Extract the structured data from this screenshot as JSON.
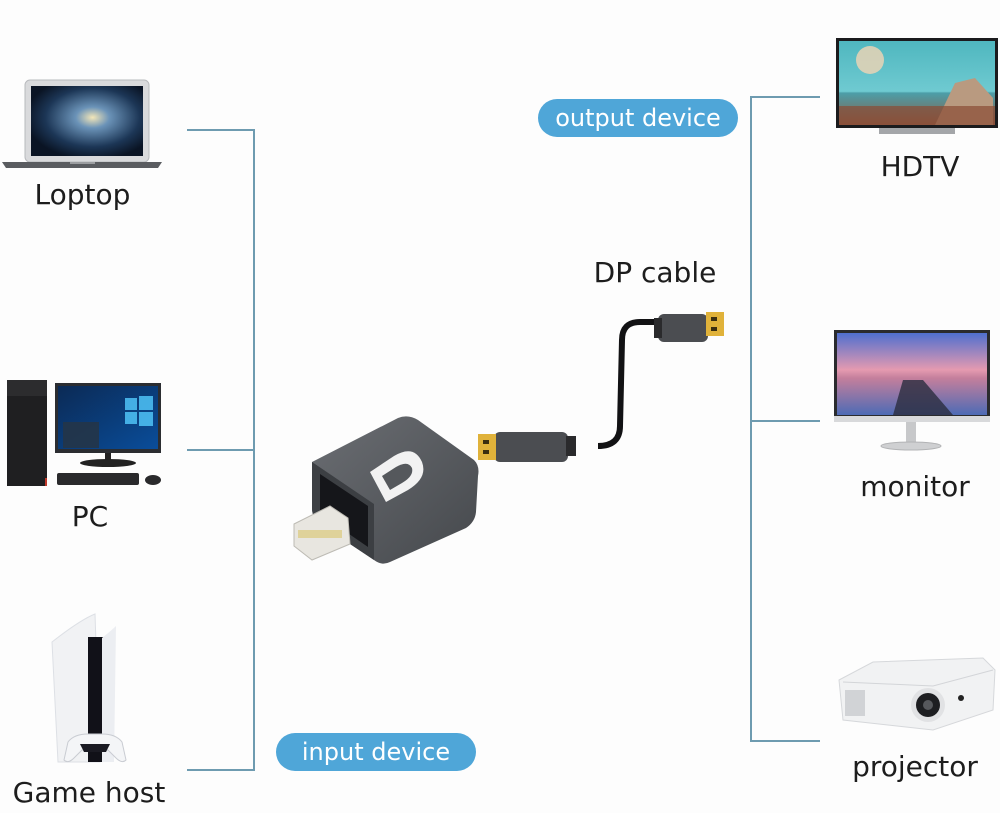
{
  "title": "Mini DP to DP adapter connection diagram",
  "badges": {
    "output": "output device",
    "input": "input device"
  },
  "cable_label": "DP cable",
  "inputs": [
    {
      "label": "Loptop",
      "icon": "laptop-icon"
    },
    {
      "label": "PC",
      "icon": "desktop-pc-icon"
    },
    {
      "label": "Game host",
      "icon": "game-console-icon"
    }
  ],
  "outputs": [
    {
      "label": "HDTV",
      "icon": "tv-icon"
    },
    {
      "label": "monitor",
      "icon": "monitor-icon"
    },
    {
      "label": "projector",
      "icon": "projector-icon"
    }
  ],
  "adapter": {
    "icon": "displayport-adapter-icon",
    "logo": "D"
  },
  "colors": {
    "connector_line": "#6e9bb0",
    "badge_bg": "#4fa6d8",
    "adapter_body": "#55585c",
    "gold_contact": "#e0b23a"
  }
}
